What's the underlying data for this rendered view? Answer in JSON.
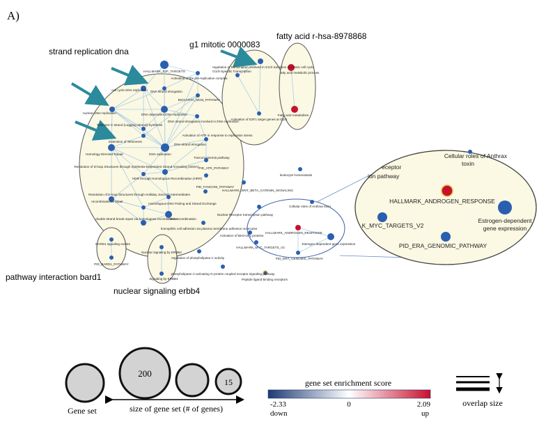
{
  "panel_label": "A)",
  "clusters": {
    "strand_replication": "strand replication dna",
    "g1_mitotic": "g1 mitotic 0000083",
    "fatty_acid": "fatty acid r-hsa-8978868",
    "pathway_bard1": "pathway interaction bard1",
    "nuclear_erbb4": "nuclear signaling erbb4"
  },
  "nodes": {
    "hallmark_e2f": "HALLMARK_E2F_TARGETS",
    "prereplicative": "Activation of the pre-replicative complex",
    "cell_cycle_dna": "cell cycle DNA replication",
    "dna_strand_elong": "DNA strand elongation",
    "nuclear_dna_rep": "nuclear DNA replication",
    "dna_dependent_rep": "DNA-dependent DNA replication",
    "biocarta_mcm": "BIOCARTA_MCM_PATHWAY",
    "telomere_c_strand": "Telomere C-strand (Lagging Strand) Synthesis",
    "dna_strand_elong_involved": "DNA strand elongation involved in DNA replication",
    "extension_telomeres": "Extension of Telomeres",
    "dna_replication": "DNA replication",
    "dna_strand_elongation2": "DNA strand elongation",
    "activation_atr": "Activation of ATR in response to replication stress",
    "homology_repair": "Homology Directed Repair",
    "fanconi": "Fanconi anemia pathway",
    "resolution_dloop_sdsa": "Resolution of D-loop Structures through Synthesis-Dependent Strand Annealing (SDSA)",
    "hdr_hrr": "HDR through Homologous Recombination (HRR)",
    "pid_atr": "PID_ATR_PATHWAY",
    "pid_fanconi": "PID_FANCONI_PATHWAY",
    "resolution_dloop_holliday": "Resolution of D-loop Structures through Holliday Junction Intermediates",
    "recombinational_repair": "recombinational repair",
    "homologous_pairing": "Homologous DNA Pairing and Strand Exchange",
    "double_strand_break": "double-strand break repair via homologous recombination",
    "dna_recombination": "DNA recombination",
    "homophilic_adhesion": "homophilic cell adhesion via plasma membrane adhesion molecules",
    "g1s_specific": "G1/S-Specific Transcription",
    "regulation_g1s": "regulation of transcription involved in G1/S transition of mitotic cell cycle",
    "activation_e2f1": "Activation of E2F1 target genes at G1/S",
    "fatty_acid_metabolic": "fatty acid metabolic process",
    "fatty_acid_metabolism": "Fatty acid metabolism",
    "leukocyte_homeostasis": "leukocyte homeostasis",
    "hallmark_wnt": "HALLMARK_WNT_BETA_CATENIN_SIGNALING",
    "nuclear_receptor": "Nuclear Receptor transcription pathway",
    "cellular_roles_anthrax": "Cellular roles of Anthrax toxin",
    "hallmark_androgen": "HALLMARK_ANDROGEN_RESPONSE",
    "activation_bh3": "Activation of BH3-only proteins",
    "estrogen_dependent": "Estrogen-dependent gene expression",
    "hallmark_myc": "HALLMARK_MYC_TARGETS_V2",
    "pid_era_genomic": "PID_ERA_GENOMIC_PATHWAY",
    "bard1_signaling": "BARD1 signaling events",
    "pid_bard1": "PID_BARD1_PATHWAY",
    "nuclear_signaling_erbb": "Nuclear signaling by ERBB4",
    "regulation_plc": "regulation of phospholipase C activity",
    "signaling_erbb4": "Signaling by ERBB4",
    "phospholipase_gpcr": "phospholipase C-activating G-protein coupled receptor signaling pathway",
    "peptide_ligand": "Peptide ligand-binding receptors"
  },
  "zoom": {
    "cellular_roles_line1": "Cellular roles of Anthrax",
    "cellular_roles_line2": "toxin",
    "receptor_line1": "eceptor",
    "receptor_line2": "ion pathway",
    "hallmark_androgen": "HALLMARK_ANDROGEN_RESPONSE",
    "myc": "K_MYC_TARGETS_V2",
    "estrogen_line1": "Estrogen-dependent",
    "estrogen_line2": "gene expression",
    "pid_era": "PID_ERA_GENOMIC_PATHWAY"
  },
  "legend": {
    "gene_set": "Gene set",
    "size_200": "200",
    "size_15": "15",
    "size_label": "size of gene set (# of genes)",
    "score_title": "gene set enrichment score",
    "score_min": "-2.33",
    "score_mid": "0",
    "score_max": "2.09",
    "down": "down",
    "up": "up",
    "overlap": "overlap size"
  },
  "colors": {
    "node_blue": "#2a5fb0",
    "node_red": "#c8102e",
    "cluster_fill": "#fbf8e3",
    "edge": "#a9cfe8",
    "arrow": "#2b8a9c",
    "gradient_low": "#1f3b73",
    "gradient_mid": "#ffffff",
    "gradient_high": "#c8102e"
  }
}
